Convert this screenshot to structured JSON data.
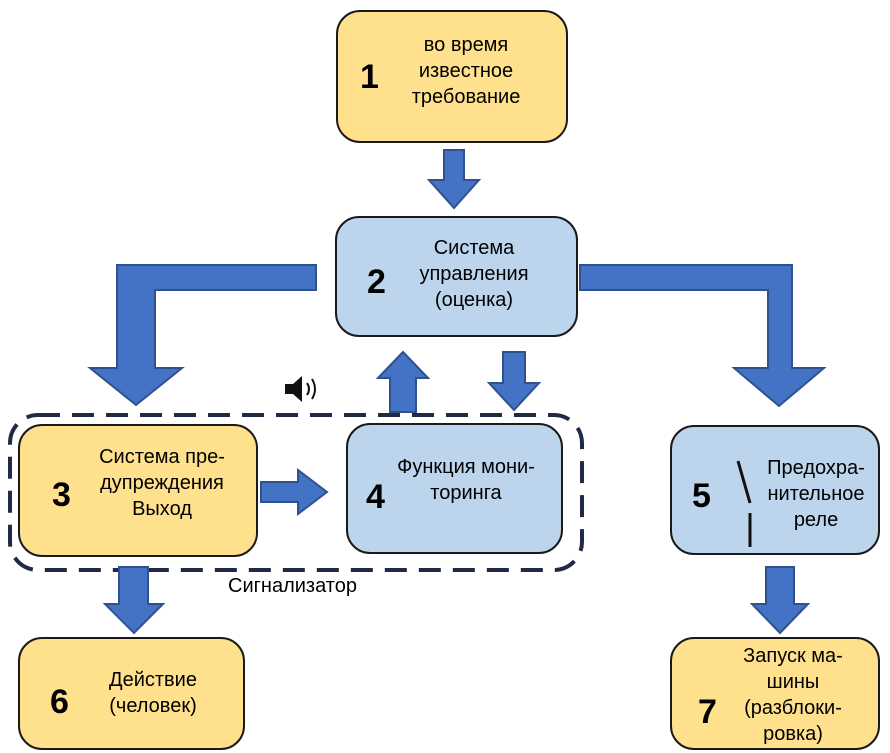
{
  "boxes": {
    "b1": {
      "number": "1",
      "label": "во время\nизвестное\nтребование"
    },
    "b2": {
      "number": "2",
      "label": "Система\nуправления\n(оценка)"
    },
    "b3": {
      "number": "3",
      "label": "Система пре-\nдупреждения\nВыход"
    },
    "b4": {
      "number": "4",
      "label": "Функция мони-\nторинга"
    },
    "b5": {
      "number": "5",
      "label": "Предохра-\nнительное\nреле"
    },
    "b6": {
      "number": "6",
      "label": "Действие\n(человек)"
    },
    "b7": {
      "number": "7",
      "label": "Запуск ма-\nшины\n(разблоки-\nровка)"
    }
  },
  "group_caption": "Сигнализатор",
  "icons": {
    "sound": "speaker-icon",
    "relay": "switch-contact-icon"
  },
  "colors": {
    "yellow": "#ffe08c",
    "blue": "#bcd5ec",
    "arrow": "#4472c4",
    "arrow_stroke": "#2f528f",
    "border": "#1a1a1a"
  }
}
